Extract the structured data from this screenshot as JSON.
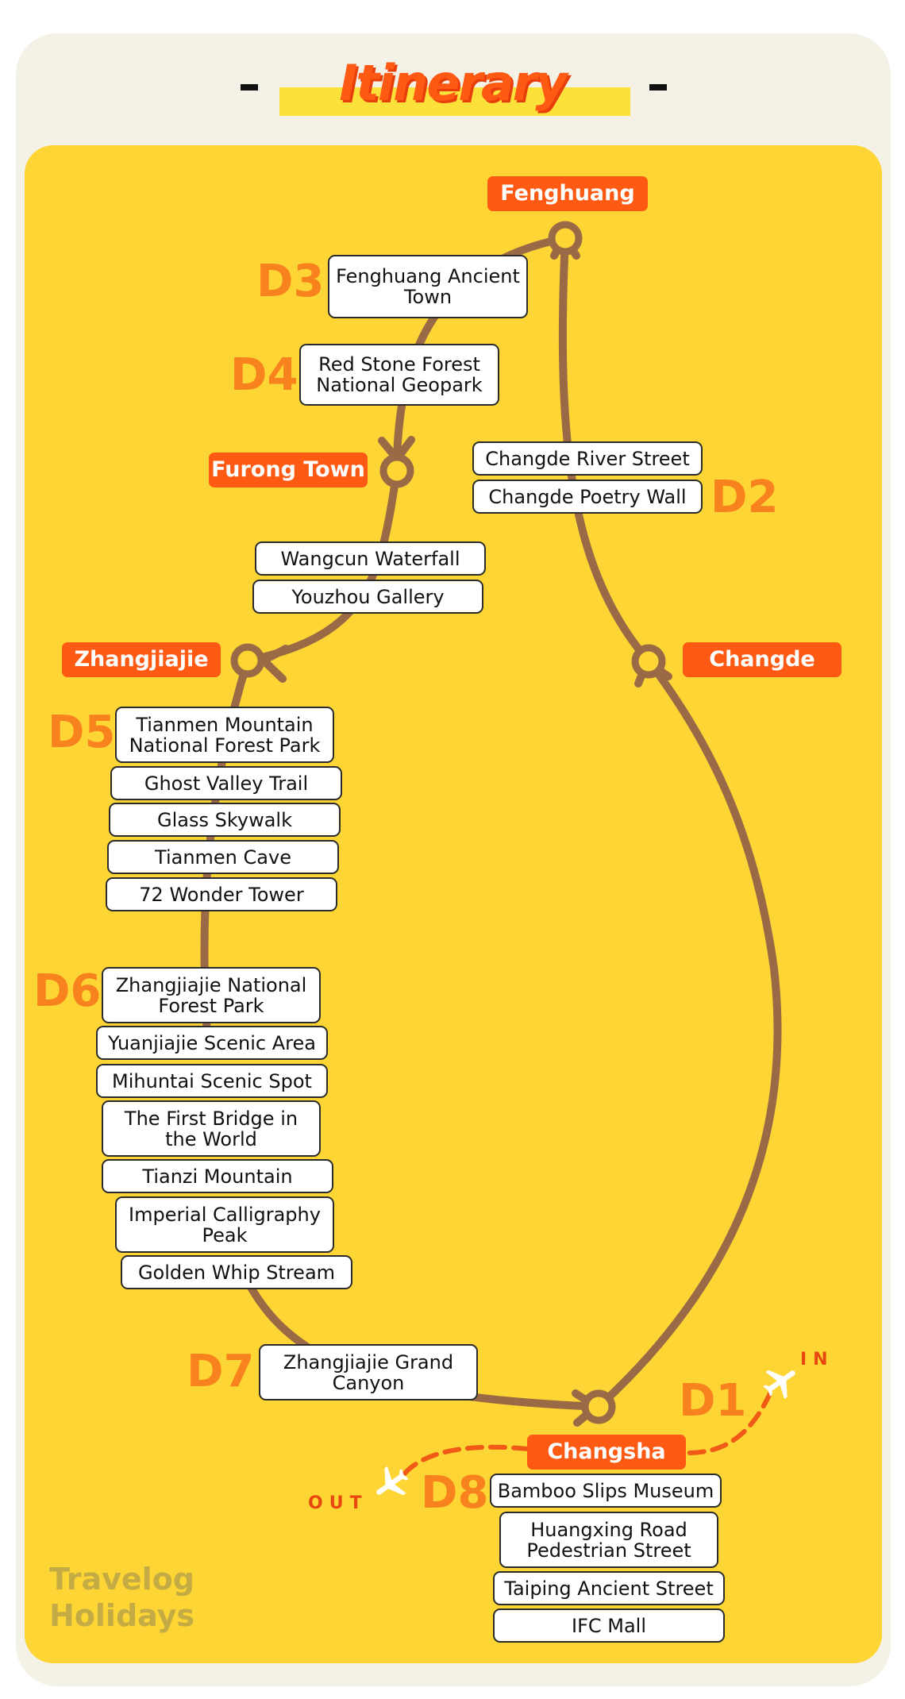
{
  "header": {
    "title": "Itinerary"
  },
  "colors": {
    "accent": "#ff5a14",
    "day": "#f7821e",
    "route": "#9a6a46",
    "panel": "#fdd535"
  },
  "cities": {
    "fenghuang": "Fenghuang",
    "furong": "Furong Town",
    "zhangjiajie": "Zhangjiajie",
    "changde": "Changde",
    "changsha": "Changsha"
  },
  "days": [
    "D1",
    "D2",
    "D3",
    "D4",
    "D5",
    "D6",
    "D7",
    "D8"
  ],
  "flight": {
    "in_label": "IN",
    "out_label": "OUT"
  },
  "spots": {
    "d2": [
      "Changde River Street",
      "Changde Poetry Wall"
    ],
    "d3": [
      "Fenghuang Ancient Town"
    ],
    "d4": [
      "Red Stone Forest National Geopark"
    ],
    "transit": [
      "Wangcun Waterfall",
      "Youzhou Gallery"
    ],
    "d5": [
      "Tianmen Mountain National Forest Park",
      "Ghost Valley Trail",
      "Glass Skywalk",
      "Tianmen Cave",
      "72 Wonder Tower"
    ],
    "d6": [
      "Zhangjiajie National Forest Park",
      "Yuanjiajie Scenic Area",
      "Mihuntai Scenic Spot",
      "The First Bridge in the World",
      "Tianzi Mountain",
      "Imperial Calligraphy Peak",
      "Golden Whip Stream"
    ],
    "d7": [
      "Zhangjiajie Grand Canyon"
    ],
    "d8": [
      "Bamboo Slips Museum",
      "Huangxing Road Pedestrian Street",
      "Taiping Ancient Street",
      "IFC Mall"
    ]
  },
  "footer": {
    "brand_line1": "Travelog",
    "brand_line2": "Holidays"
  },
  "icons": [
    "airplane-icon",
    "route-arrow-icon",
    "stop-circle-icon"
  ]
}
